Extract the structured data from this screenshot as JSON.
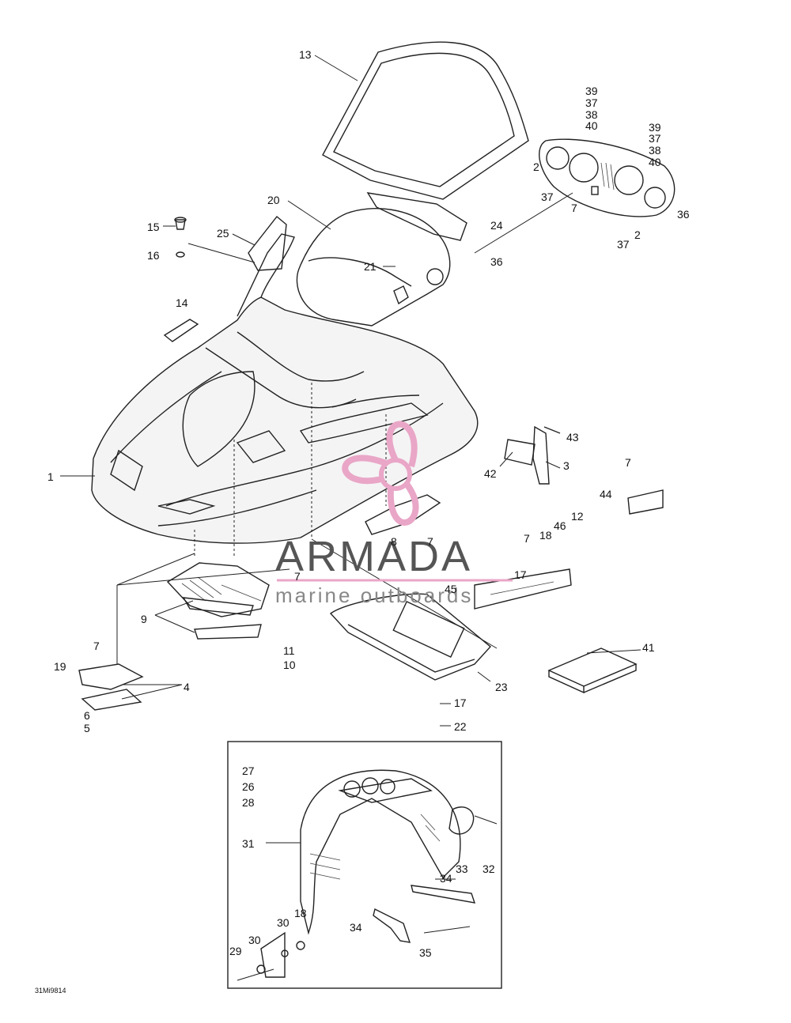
{
  "drawing_code": "31Mi9814",
  "watermark": {
    "brand": "ARMADA",
    "tagline": "marine outboards",
    "accent_color": "#e9a6c7",
    "text_color": "#555555",
    "icon": "propeller-logo-icon"
  },
  "callouts": [
    {
      "id": "c13",
      "text": "13"
    },
    {
      "id": "c39a",
      "text": "39"
    },
    {
      "id": "c37a",
      "text": "37"
    },
    {
      "id": "c38a",
      "text": "38"
    },
    {
      "id": "c40a",
      "text": "40"
    },
    {
      "id": "c39b",
      "text": "39"
    },
    {
      "id": "c37b",
      "text": "37"
    },
    {
      "id": "c38b",
      "text": "38"
    },
    {
      "id": "c40b",
      "text": "40"
    },
    {
      "id": "c2a",
      "text": "2"
    },
    {
      "id": "c37c",
      "text": "37"
    },
    {
      "id": "c7a",
      "text": "7"
    },
    {
      "id": "c36a",
      "text": "36"
    },
    {
      "id": "c2b",
      "text": "2"
    },
    {
      "id": "c37d",
      "text": "37"
    },
    {
      "id": "c24",
      "text": "24"
    },
    {
      "id": "c36b",
      "text": "36"
    },
    {
      "id": "c20",
      "text": "20"
    },
    {
      "id": "c15",
      "text": "15"
    },
    {
      "id": "c25",
      "text": "25"
    },
    {
      "id": "c16",
      "text": "16"
    },
    {
      "id": "c21",
      "text": "21"
    },
    {
      "id": "c14",
      "text": "14"
    },
    {
      "id": "c43",
      "text": "43"
    },
    {
      "id": "c3",
      "text": "3"
    },
    {
      "id": "c42",
      "text": "42"
    },
    {
      "id": "c1",
      "text": "1"
    },
    {
      "id": "c7b",
      "text": "7"
    },
    {
      "id": "c44",
      "text": "44"
    },
    {
      "id": "c12",
      "text": "12"
    },
    {
      "id": "c46",
      "text": "46"
    },
    {
      "id": "c18a",
      "text": "18"
    },
    {
      "id": "c7c",
      "text": "7"
    },
    {
      "id": "c8",
      "text": "8"
    },
    {
      "id": "c7d",
      "text": "7"
    },
    {
      "id": "c17a",
      "text": "17"
    },
    {
      "id": "c45",
      "text": "45"
    },
    {
      "id": "c7e",
      "text": "7"
    },
    {
      "id": "c9",
      "text": "9"
    },
    {
      "id": "c11",
      "text": "11"
    },
    {
      "id": "c10",
      "text": "10"
    },
    {
      "id": "c7f",
      "text": "7"
    },
    {
      "id": "c19",
      "text": "19"
    },
    {
      "id": "c4",
      "text": "4"
    },
    {
      "id": "c6",
      "text": "6"
    },
    {
      "id": "c5",
      "text": "5"
    },
    {
      "id": "c41",
      "text": "41"
    },
    {
      "id": "c23",
      "text": "23"
    },
    {
      "id": "c17b",
      "text": "17"
    },
    {
      "id": "c22",
      "text": "22"
    },
    {
      "id": "c27",
      "text": "27"
    },
    {
      "id": "c26",
      "text": "26"
    },
    {
      "id": "c28",
      "text": "28"
    },
    {
      "id": "c31",
      "text": "31"
    },
    {
      "id": "c33",
      "text": "33"
    },
    {
      "id": "c32",
      "text": "32"
    },
    {
      "id": "c34a",
      "text": "34"
    },
    {
      "id": "c34b",
      "text": "34"
    },
    {
      "id": "c30a",
      "text": "30"
    },
    {
      "id": "c18b",
      "text": "18"
    },
    {
      "id": "c30b",
      "text": "30"
    },
    {
      "id": "c29",
      "text": "29"
    },
    {
      "id": "c35",
      "text": "35"
    }
  ]
}
